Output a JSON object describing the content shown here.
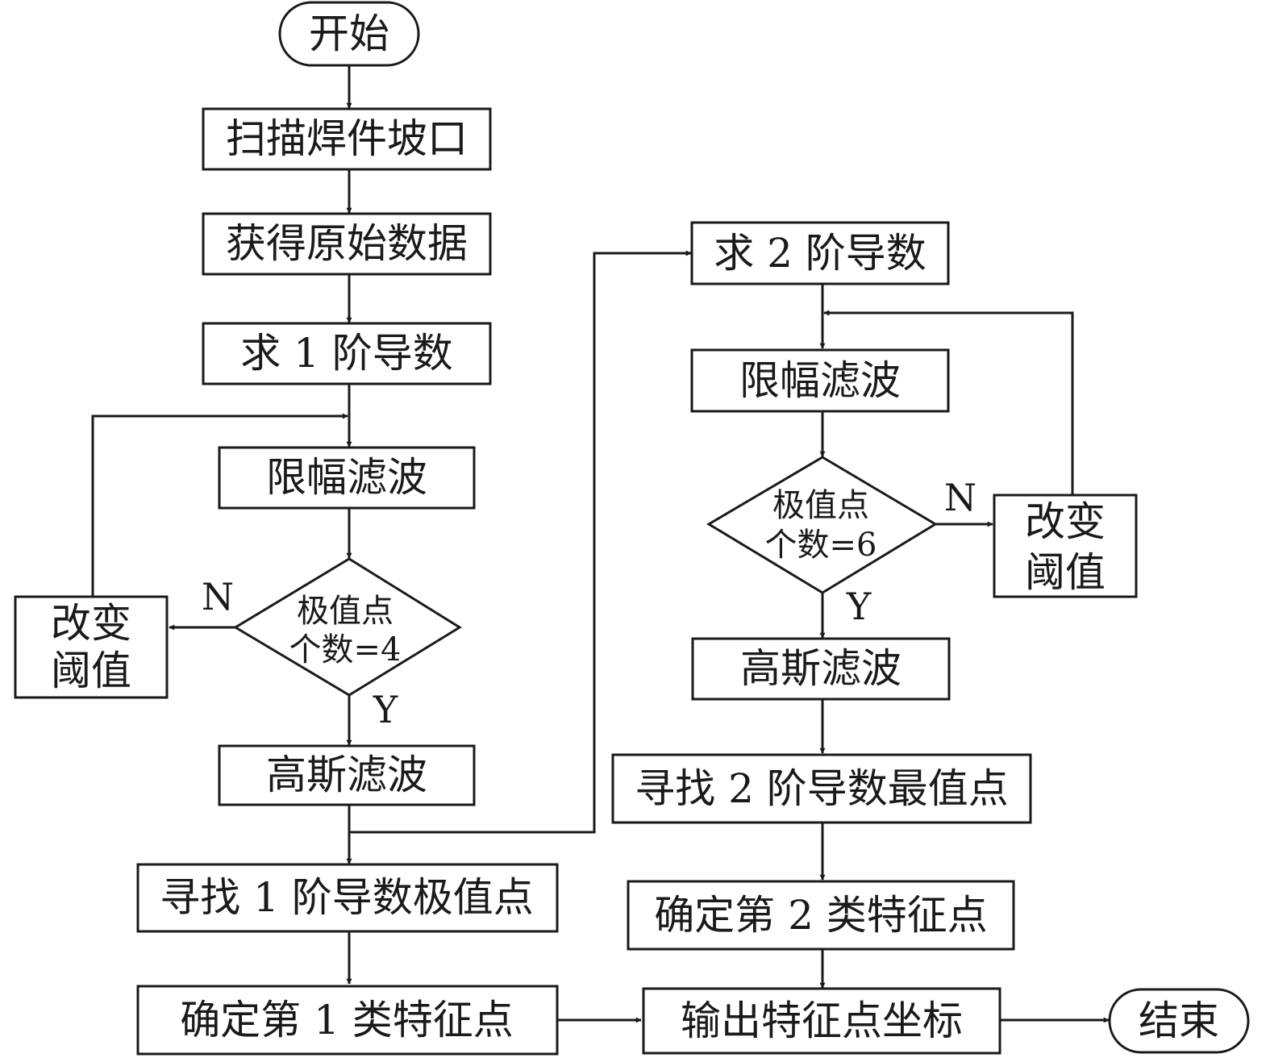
{
  "flowchart": {
    "start": "开始",
    "end": "结束",
    "yes": "Y",
    "no": "N",
    "left": {
      "scan": "扫描焊件坡口",
      "raw": "获得原始数据",
      "deriv1": "求 1 阶导数",
      "limit_filter": "限幅滤波",
      "decision_line1": "极值点",
      "decision_line2": "个数=4",
      "change_line1": "改变",
      "change_line2": "阈值",
      "gauss": "高斯滤波",
      "find_extreme": "寻找 1 阶导数极值点",
      "type1_points": "确定第 1 类特征点"
    },
    "right": {
      "deriv2": "求 2 阶导数",
      "limit_filter": "限幅滤波",
      "decision_line1": "极值点",
      "decision_line2": "个数=6",
      "change_line1": "改变",
      "change_line2": "阈值",
      "gauss": "高斯滤波",
      "find_max": "寻找 2 阶导数最值点",
      "type2_points": "确定第 2 类特征点"
    },
    "output": "输出特征点坐标"
  }
}
